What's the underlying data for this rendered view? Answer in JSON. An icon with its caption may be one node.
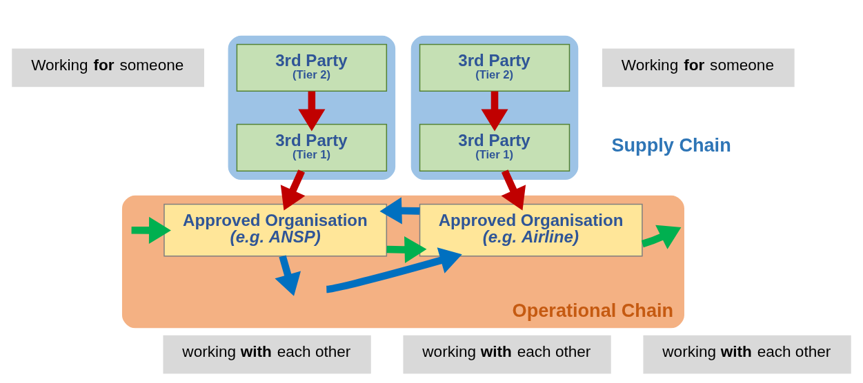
{
  "diagram": {
    "nodes": [
      {
        "text": [
          "Working **for** someone"
        ]
      },
      {
        "text": [],
        "shape": "box"
      },
      {
        "text": [
          "3rd Party",
          "(Tier 2)"
        ],
        "in": 1
      },
      {
        "text": [
          "3rd Party",
          "(Tier 1)"
        ],
        "in": 1
      },
      {
        "text": [
          "Working **for** someone"
        ]
      },
      {
        "text": [],
        "shape": "box"
      },
      {
        "text": [
          "3rd Party",
          "(Tier 2)"
        ],
        "in": 5
      },
      {
        "text": [
          "3rd Party",
          "(Tier 1)"
        ],
        "in": 5
      },
      {
        "text": [],
        "shape": "box",
        "beside": [
          "Operational Chain"
        ]
      },
      {
        "text": [
          "Approved Organisation",
          "(e.g. ANSP)"
        ],
        "in": 8
      },
      {
        "text": [
          "Approved Organisation",
          "(e.g. Airline)"
        ],
        "in": 8
      },
      {
        "text": [
          "working **with** each other"
        ]
      },
      {
        "text": [
          "working **with** each other"
        ]
      },
      {
        "text": [
          "working **with** each other"
        ]
      }
    ],
    "edges": [
      {
        "from": 2,
        "to": 3,
        "arrow": "to",
        "color": "#c00000"
      },
      {
        "from": 3,
        "to": 9,
        "arrow": "to",
        "color": "#c00000"
      },
      {
        "from": 6,
        "to": 7,
        "arrow": "to",
        "color": "#c00000"
      },
      {
        "from": 7,
        "to": 10,
        "arrow": "to",
        "color": "#c00000"
      },
      {
        "from": 9,
        "to": null,
        "arrow": "to",
        "color": "#0070c0"
      },
      {
        "from": 9,
        "to": 10,
        "arrow": "to",
        "color": "#00b050"
      },
      {
        "from": null,
        "to": 10,
        "arrow": "to",
        "color": "#0070c0"
      },
      {
        "from": null,
        "to": 9,
        "arrow": "to",
        "color": "#00b050"
      },
      {
        "from": 10,
        "to": 9,
        "arrow": "to",
        "color": "#0070c0"
      },
      {
        "from": 10,
        "to": null,
        "arrow": "to",
        "color": "#00b050"
      }
    ],
    "labels": [
      "Supply Chain"
    ]
  }
}
